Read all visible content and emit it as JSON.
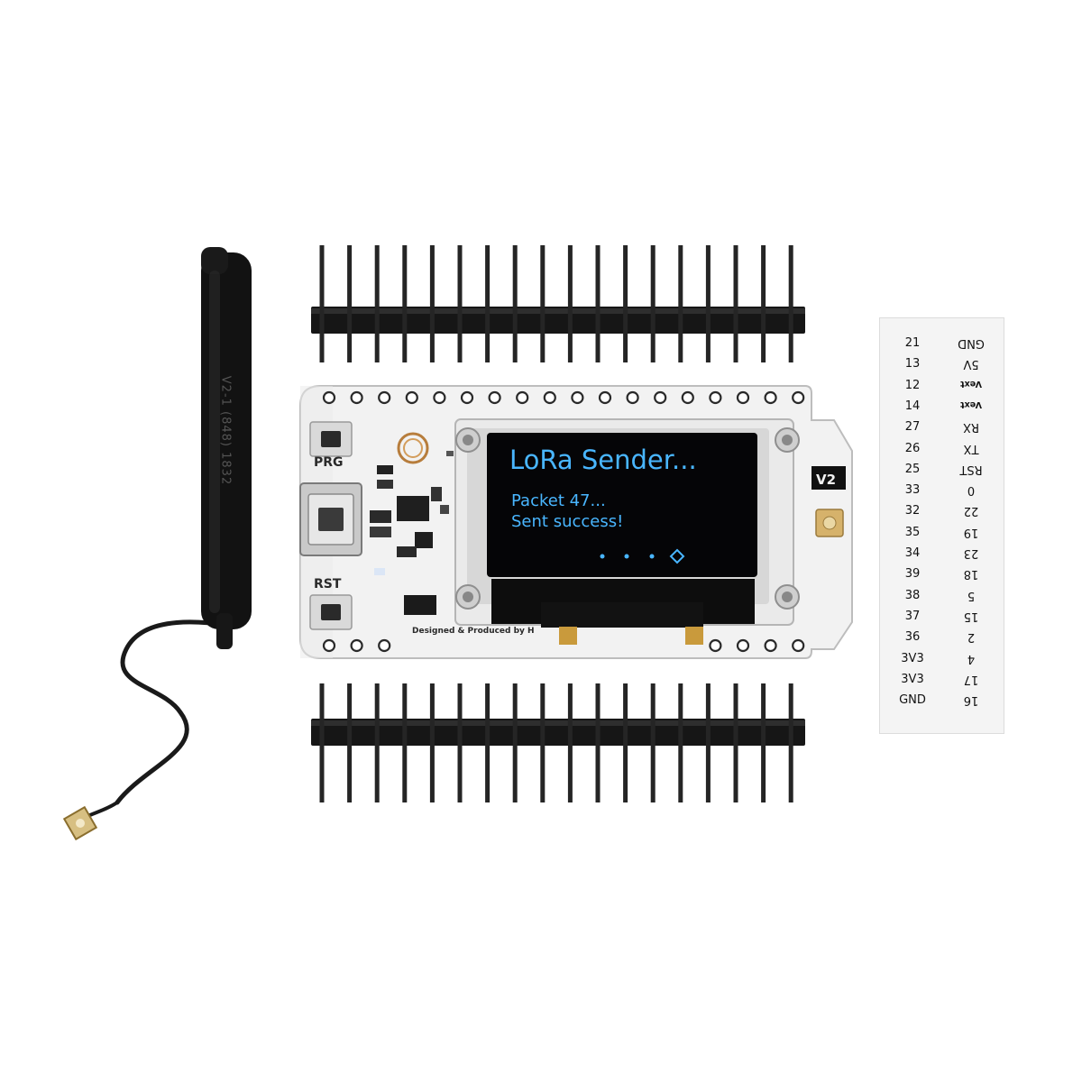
{
  "board": {
    "oled_title": "LoRa Sender...",
    "oled_line1": "Packet 47...",
    "oled_line2": "Sent success!",
    "button_prg": "PRG",
    "button_rst": "RST",
    "version_badge": "V2",
    "silkscreen": "Designed & Produced by H"
  },
  "antenna": {
    "tube_print": "V2-1 (848) 1832"
  },
  "pin_label": {
    "rows": [
      {
        "left": "21",
        "right": "GND"
      },
      {
        "left": "13",
        "right": "5V"
      },
      {
        "left": "12",
        "right": "Vext"
      },
      {
        "left": "14",
        "right": "Vext"
      },
      {
        "left": "27",
        "right": "RX"
      },
      {
        "left": "26",
        "right": "TX"
      },
      {
        "left": "25",
        "right": "RST"
      },
      {
        "left": "33",
        "right": "0"
      },
      {
        "left": "32",
        "right": "22"
      },
      {
        "left": "35",
        "right": "19"
      },
      {
        "left": "34",
        "right": "23"
      },
      {
        "left": "39",
        "right": "18"
      },
      {
        "left": "38",
        "right": "5"
      },
      {
        "left": "37",
        "right": "15"
      },
      {
        "left": "36",
        "right": "2"
      },
      {
        "left": "3V3",
        "right": "4"
      },
      {
        "left": "3V3",
        "right": "17"
      },
      {
        "left": "GND",
        "right": "16"
      }
    ]
  },
  "colors": {
    "pcb": "#f3f3f3",
    "oled_text": "#49b6ff",
    "header_plastic": "#151515",
    "pin_metal": "#2a2a2a",
    "cable": "#1a1a1a"
  }
}
